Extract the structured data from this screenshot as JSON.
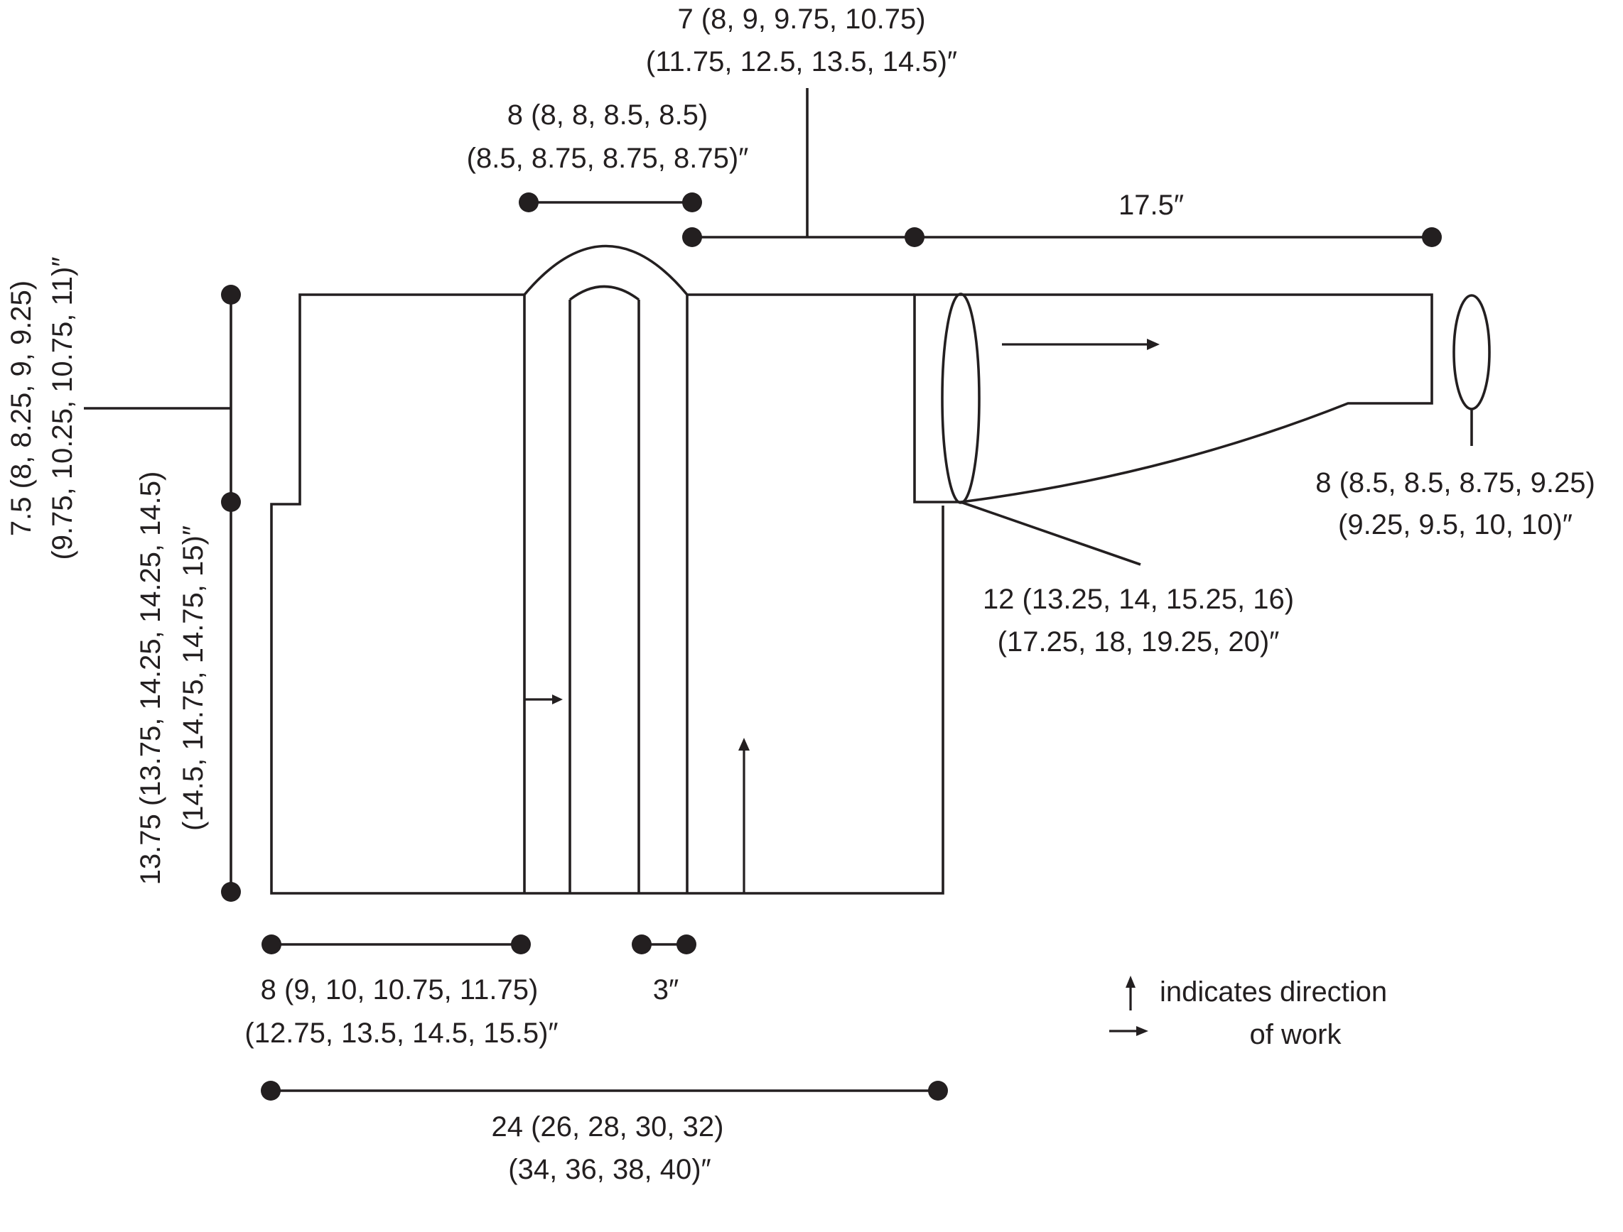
{
  "measurements": {
    "top_center": [
      "7 (8, 9, 9.75, 10.75)",
      "(11.75, 12.5, 13.5, 14.5)″"
    ],
    "neck_width": [
      "8 (8, 8, 8.5, 8.5)",
      "(8.5, 8.75, 8.75, 8.75)″"
    ],
    "sleeve_length": [
      "17.5″"
    ],
    "upper_arm": [
      "12 (13.25, 14, 15.25, 16)",
      "(17.25, 18, 19.25, 20)″"
    ],
    "cuff": [
      "8 (8.5, 8.5, 8.75, 9.25)",
      "(9.25, 9.5, 10, 10)″"
    ],
    "armhole_depth": [
      "7.5 (8, 8.25, 9, 9.25)",
      "(9.75, 10.25, 10.75, 11)″"
    ],
    "body_length": [
      "13.75 (13.75, 14.25, 14.25, 14.5)",
      "(14.5, 14.75, 14.75, 15)″"
    ],
    "front_width": [
      "8 (9, 10, 10.75, 11.75)",
      "(12.75, 13.5, 14.5, 15.5)″"
    ],
    "band_width": [
      "3″"
    ],
    "full_width": [
      "24 (26, 28, 30, 32)",
      "(34, 36, 38, 40)″"
    ]
  },
  "legend": {
    "line1": "indicates direction",
    "line2": "of work"
  }
}
